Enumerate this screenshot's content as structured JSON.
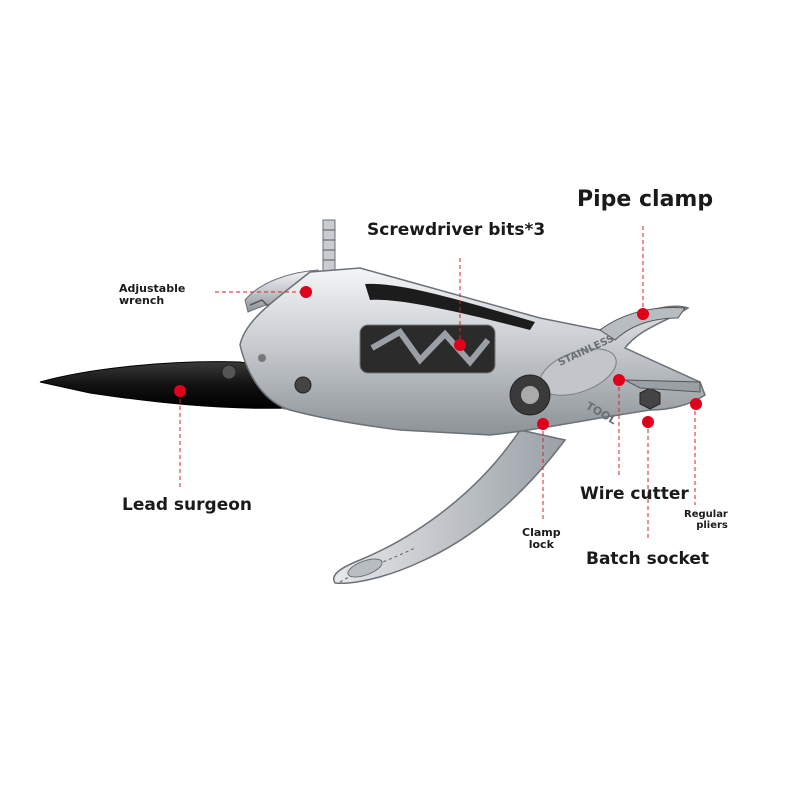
{
  "image": {
    "subject": "Multi-purpose folding pocket tool",
    "colors": {
      "background": "#ffffff",
      "steel": "#d7dadd",
      "dark_steel": "#2b2b2b",
      "blade_black": "#141414",
      "marker_red": "#e0001b",
      "leader_red": "#d9202a"
    }
  },
  "labels": {
    "adjustable_wrench": {
      "line1": "Adjustable",
      "line2": "wrench"
    },
    "screwdriver_bits": "Screwdriver bits*3",
    "pipe_clamp": "Pipe clamp",
    "lead_surgeon": "Lead surgeon",
    "wire_cutter": "Wire cutter",
    "regular_pliers": {
      "line1": "Regular",
      "line2": "pliers"
    },
    "clamp_lock": {
      "line1": "Clamp",
      "line2": "lock"
    },
    "batch_socket": "Batch socket"
  },
  "engraving": {
    "line1": "STAINLESS",
    "line2": "TOOL"
  }
}
